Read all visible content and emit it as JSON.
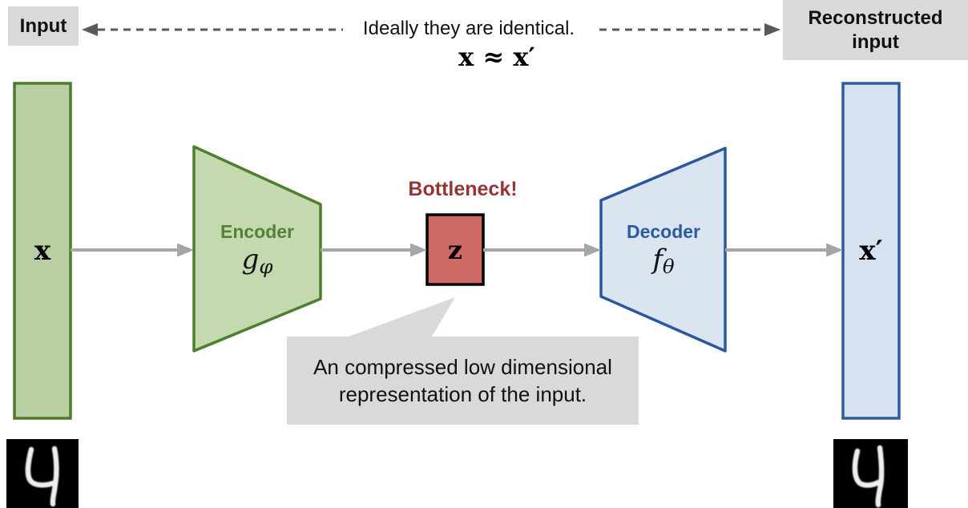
{
  "top": {
    "input_label": "Input",
    "caption": "Ideally they are identical.",
    "formula": "x ≈ x′",
    "reconstructed_label": "Reconstructed input"
  },
  "input_vector": {
    "symbol": "x"
  },
  "encoder": {
    "title": "Encoder",
    "symbol_base": "g",
    "symbol_sub": "φ"
  },
  "bottleneck": {
    "title": "Bottleneck!",
    "symbol": "z",
    "note": "An compressed low dimensional representation of the input."
  },
  "decoder": {
    "title": "Decoder",
    "symbol_base": "f",
    "symbol_sub": "θ"
  },
  "output_vector": {
    "symbol": "x′"
  },
  "digits": {
    "input_digit": "4",
    "reconstructed_digit": "4"
  },
  "colors": {
    "label_bg": "#d9d9d9",
    "dashed_arrow": "#595959",
    "solid_arrow": "#a6a6a6",
    "input_fill": "#b9cfa3",
    "input_border": "#4d7a2c",
    "encoder_fill": "#c5d9b0",
    "encoder_border": "#4e7e2e",
    "encoder_text": "#538135",
    "bottleneck_fill": "#cd6a66",
    "bottleneck_border": "#000000",
    "bottleneck_title": "#943634",
    "decoder_fill": "#dbe5f1",
    "decoder_border": "#2b579c",
    "decoder_text": "#2b5aa0",
    "output_fill": "#d7e2f0",
    "output_border": "#2e5b9e",
    "callout_bg": "#d9d9d9",
    "digit_bg": "#000000",
    "digit_stroke": "#eeeeee"
  }
}
